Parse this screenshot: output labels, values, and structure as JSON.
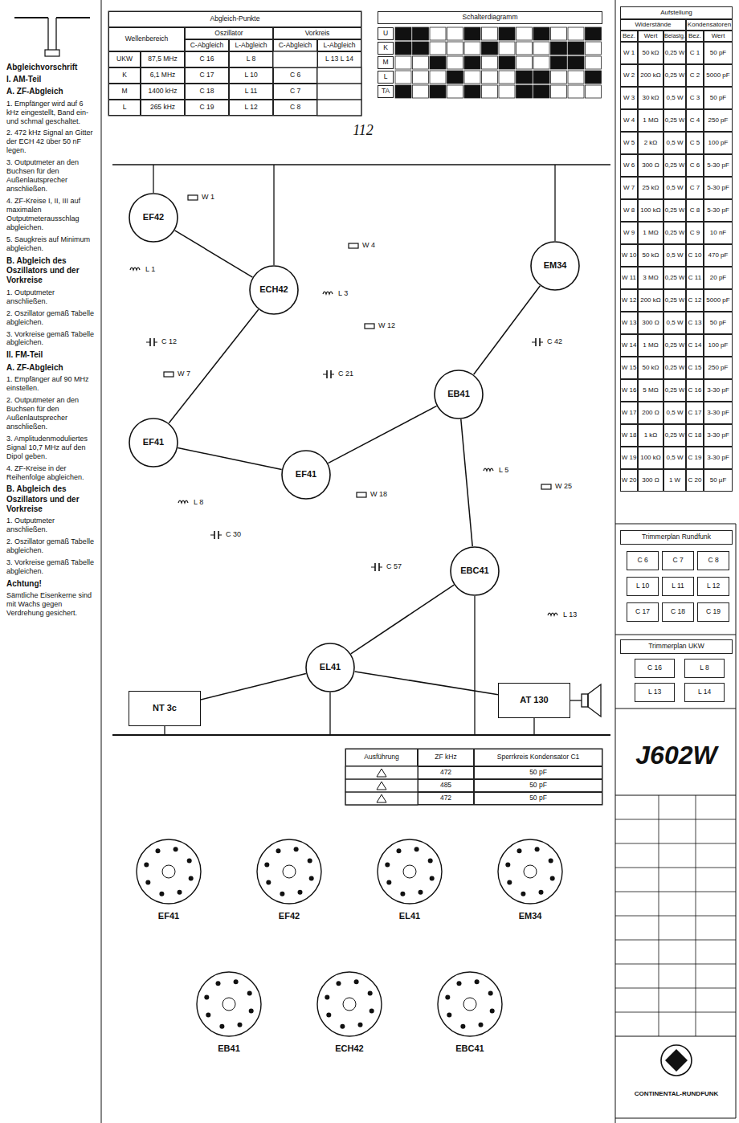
{
  "diagram": {
    "title": "J602W",
    "nodes": [
      {
        "text": [
          "EF42"
        ]
      },
      {
        "text": [
          "ECH42"
        ]
      },
      {
        "text": [
          "EF41"
        ]
      },
      {
        "text": [
          "EF41"
        ]
      },
      {
        "text": [
          "EB41"
        ]
      },
      {
        "text": [
          "EBC41"
        ]
      },
      {
        "text": [
          "EM34"
        ]
      },
      {
        "text": [
          "EL41"
        ]
      },
      {
        "text": [
          "AT 130"
        ]
      },
      {
        "text": [
          "NT 3c"
        ]
      }
    ],
    "edges": [
      {
        "from": 0,
        "to": 1,
        "arrow": "none"
      },
      {
        "from": 1,
        "to": 2,
        "arrow": "none"
      },
      {
        "from": 2,
        "to": 3,
        "arrow": "none"
      },
      {
        "from": 3,
        "to": 4,
        "arrow": "none"
      },
      {
        "from": 4,
        "to": 5,
        "arrow": "none"
      },
      {
        "from": 5,
        "to": 7,
        "arrow": "none"
      },
      {
        "from": 7,
        "to": 8,
        "arrow": "none"
      },
      {
        "from": 9,
        "to": 7,
        "arrow": "none"
      },
      {
        "from": 4,
        "to": 6,
        "arrow": "none"
      }
    ],
    "labels": [
      "Abgleichvorschrift",
      "I. AM-Teil",
      "A. ZF-Abgleich",
      "1. Empfänger wird auf 6 kHz eingestellt, Band ein- und schmal geschaltet.",
      "2. 472 kHz Signal an Gitter der ECH 42 über 50 nF legen.",
      "3. Outputmeter an den Buchsen für den Außenlautsprecher anschließen.",
      "4. ZF-Kreise I, II, III auf maximalen Outputmeterausschlag abgleichen.",
      "5. Saugkreis auf Minimum abgleichen.",
      "B. Abgleich des Oszillators und der Vorkreise",
      "1. Outputmeter anschließen.",
      "2. Oszillator gemäß Tabelle abgleichen.",
      "3. Vorkreise gemäß Tabelle abgleichen.",
      "II. FM-Teil",
      "A. ZF-Abgleich",
      "1. Empfänger auf 90 MHz einstellen.",
      "2. Outputmeter an den Buchsen für den Außenlautsprecher anschließen.",
      "3. Amplitudenmoduliertes Signal 10,7 MHz auf den Dipol geben.",
      "4. ZF-Kreise in der Reihenfolge abgleichen.",
      "B. Abgleich des Oszillators und der Vorkreise",
      "1. Outputmeter anschließen.",
      "2. Oszillator gemäß Tabelle abgleichen.",
      "3. Vorkreise gemäß Tabelle abgleichen.",
      "Achtung!",
      "Sämtliche Eisenkerne sind mit Wachs gegen Verdrehung gesichert.",
      "Abgleich-Punkte",
      "Wellenbereich",
      "Oszillator",
      "Vorkreis",
      "C-Abgleich",
      "L-Abgleich",
      "C-Abgleich",
      "L-Abgleich",
      "UKW",
      "87,5 MHz",
      "C 16",
      "L 8",
      "L 13 L 14",
      "K",
      "6,1 MHz",
      "C 17",
      "L 10",
      "C 6",
      "M",
      "1400 kHz",
      "C 18",
      "L 11",
      "C 7",
      "L",
      "265 kHz",
      "C 19",
      "L 12",
      "C 8",
      "Schalterdiagramm",
      "U",
      "K",
      "M",
      "L",
      "TA",
      "112",
      "W 1",
      "W 4",
      "W 7",
      "W 12",
      "W 18",
      "W 25",
      "C 12",
      "C 21",
      "C 30",
      "C 42",
      "C 57",
      "L 1",
      "L 3",
      "L 5",
      "L 8",
      "L 13",
      "Ausführung",
      "ZF kHz",
      "Sperrkreis Kondensator C1",
      "472",
      "50 pF",
      "485",
      "50 pF",
      "472",
      "50 pF",
      "EF41",
      "EF42",
      "EL41",
      "EM34",
      "EB41",
      "ECH42",
      "EBC41",
      "Aufstellung",
      "Widerstände",
      "Kondensatoren",
      "Bez.",
      "Wert",
      "Belastg.",
      "Bez.",
      "Wert",
      "W 1",
      "50 kΩ",
      "0,25 W",
      "C 1",
      "50 pF",
      "W 2",
      "200 kΩ",
      "0,25 W",
      "C 2",
      "5000 pF",
      "W 3",
      "30 kΩ",
      "0,5 W",
      "C 3",
      "50 pF",
      "W 4",
      "1 MΩ",
      "0,25 W",
      "C 4",
      "250 pF",
      "W 5",
      "2 kΩ",
      "0,5 W",
      "C 5",
      "100 pF",
      "W 6",
      "300 Ω",
      "0,25 W",
      "C 6",
      "5-30 pF",
      "W 7",
      "25 kΩ",
      "0,5 W",
      "C 7",
      "5-30 pF",
      "W 8",
      "100 kΩ",
      "0,25 W",
      "C 8",
      "5-30 pF",
      "W 9",
      "1 MΩ",
      "0,25 W",
      "C 9",
      "10 nF",
      "W 10",
      "50 kΩ",
      "0,5 W",
      "C 10",
      "470 pF",
      "W 11",
      "3 MΩ",
      "0,25 W",
      "C 11",
      "20 pF",
      "W 12",
      "200 kΩ",
      "0,25 W",
      "C 12",
      "5000 pF",
      "W 13",
      "300 Ω",
      "0,5 W",
      "C 13",
      "50 pF",
      "W 14",
      "1 MΩ",
      "0,25 W",
      "C 14",
      "100 pF",
      "W 15",
      "50 kΩ",
      "0,25 W",
      "C 15",
      "250 pF",
      "W 16",
      "5 MΩ",
      "0,25 W",
      "C 16",
      "3-30 pF",
      "W 17",
      "200 Ω",
      "0,5 W",
      "C 17",
      "3-30 pF",
      "W 18",
      "1 kΩ",
      "0,25 W",
      "C 18",
      "3-30 pF",
      "W 19",
      "100 kΩ",
      "0,5 W",
      "C 19",
      "3-30 pF",
      "W 20",
      "300 Ω",
      "1 W",
      "C 20",
      "50 µF",
      "Trimmerplan Rundfunk",
      "C 6",
      "C 7",
      "C 8",
      "L 10",
      "L 11",
      "L 12",
      "C 17",
      "C 18",
      "C 19",
      "Trimmerplan UKW",
      "C 16",
      "L 8",
      "L 13",
      "L 14",
      "CONTINENTAL-RUNDFUNK"
    ]
  }
}
